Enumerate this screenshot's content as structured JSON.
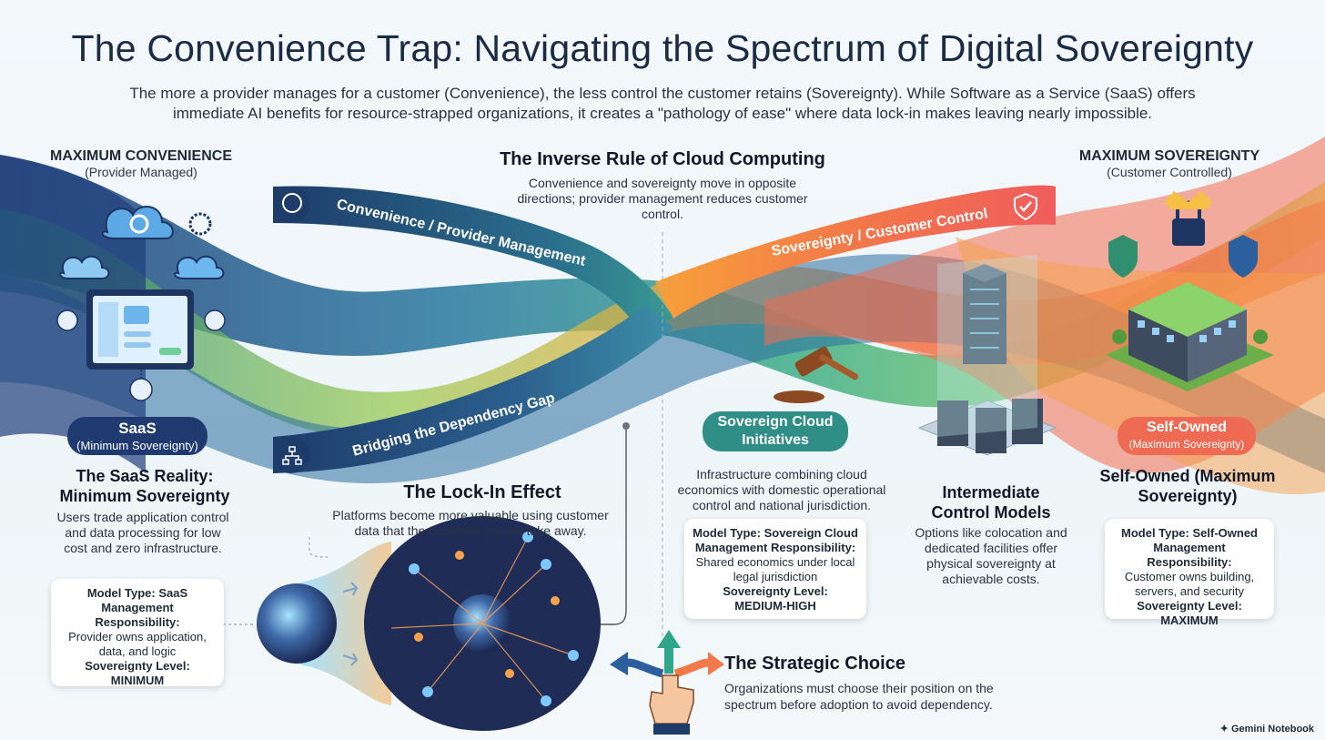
{
  "title": "The Convenience Trap: Navigating the Spectrum of Digital Sovereignty",
  "subtitle": "The more a provider manages for a customer (Convenience), the less control the customer retains (Sovereignty). While Software as a Service (SaaS) offers immediate AI benefits for resource-strapped organizations, it creates a \"pathology of ease\" where data lock-in makes leaving nearly impossible.",
  "left_header": {
    "title": "MAXIMUM CONVENIENCE",
    "sub": "(Provider Managed)"
  },
  "right_header": {
    "title": "MAXIMUM SOVEREIGNTY",
    "sub": "(Customer Controlled)"
  },
  "inverse_rule": {
    "title": "The Inverse Rule of Cloud Computing",
    "text": "Convenience and sovereignty move in opposite directions; provider management reduces customer control."
  },
  "bands": {
    "convenience": "Convenience / Provider Management",
    "sovereignty": "Sovereignty / Customer Control",
    "gap": "Bridging the Dependency Gap"
  },
  "saas": {
    "pill_title": "SaaS",
    "pill_sub": "(Minimum Sovereignty)",
    "heading": "The SaaS Reality: Minimum Sovereignty",
    "text": "Users trade application control and data processing for low cost and zero infrastructure.",
    "card": {
      "model_type": "Model Type: SaaS",
      "mgmt_label": "Management Responsibility:",
      "mgmt_value": "Provider owns application, data, and logic",
      "level_label": "Sovereignty Level:",
      "level_value": "MINIMUM"
    }
  },
  "lockin": {
    "title": "The Lock-In Effect",
    "text": "Platforms become more valuable using customer data that the customer cannot take away."
  },
  "sovereign_cloud": {
    "pill_title": "Sovereign Cloud Initiatives",
    "text": "Infrastructure combining cloud economics with domestic operational control and national jurisdiction.",
    "card": {
      "model_type": "Model Type: Sovereign Cloud",
      "mgmt_label": "Management Responsibility:",
      "mgmt_value": "Shared economics under local legal jurisdiction",
      "level_label": "Sovereignty Level:",
      "level_value": "MEDIUM-HIGH"
    }
  },
  "intermediate": {
    "title": "Intermediate Control Models",
    "text": "Options like colocation and dedicated facilities offer physical sovereignty at achievable costs."
  },
  "self_owned": {
    "pill_title": "Self-Owned",
    "pill_sub": "(Maximum Sovereignty)",
    "heading": "Self-Owned (Maximum Sovereignty)",
    "card": {
      "model_type": "Model Type: Self-Owned",
      "mgmt_label": "Management Responsibility:",
      "mgmt_value": "Customer owns building, servers, and security",
      "level_label": "Sovereignty Level:",
      "level_value": "MAXIMUM"
    }
  },
  "strategic": {
    "title": "The Strategic Choice",
    "text": "Organizations must choose their position on the spectrum before adoption to avoid dependency."
  },
  "brand": "Gemini Notebook",
  "colors": {
    "navy": "#1f3a6e",
    "teal": "#2f8f86",
    "green": "#5cba5e",
    "orange": "#f58a3c",
    "red": "#ef5a57",
    "title": "#1b2a45"
  }
}
